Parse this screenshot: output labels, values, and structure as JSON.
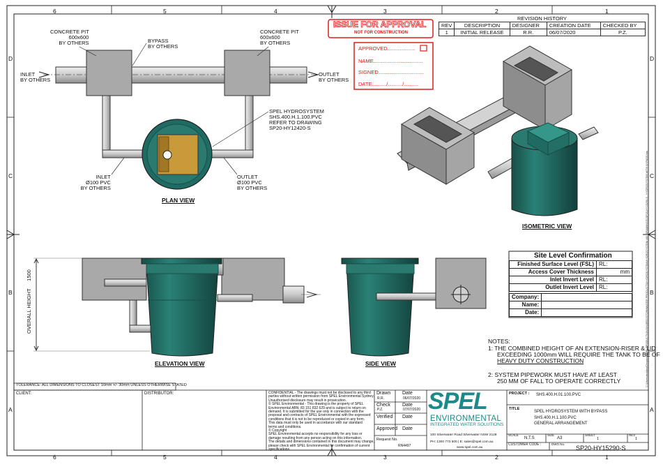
{
  "grid": {
    "columns_top": [
      "6",
      "5",
      "4",
      "3",
      "2",
      "1"
    ],
    "columns_bottom": [
      "6",
      "5",
      "4",
      "3",
      "2",
      "1"
    ],
    "rows_left": [
      "D",
      "C",
      "B",
      "A"
    ],
    "rows_right": [
      "D",
      "C",
      "B",
      "A"
    ]
  },
  "plan_view": {
    "concrete_pit_left": [
      "CONCRETE PIT",
      "600x600",
      "BY OTHERS"
    ],
    "bypass": [
      "BYPASS",
      "BY OTHERS"
    ],
    "concrete_pit_right": [
      "CONCRETE PIT",
      "600x600",
      "BY OTHERS"
    ],
    "inlet": [
      "INLET",
      "BY OTHERS"
    ],
    "outlet": [
      "OUTLET",
      "BY OTHERS"
    ],
    "spel_callout": [
      "SPEL HYDROSYSTEM",
      "SHS.400.H.1.100.PVC",
      "REFER TO DRAWING",
      "SP20-HY12420-S"
    ],
    "inlet_pipe": [
      "INLET",
      "Ø100 PVC",
      "BY OTHERS"
    ],
    "outlet_pipe": [
      "OUTLET",
      "Ø100 PVC",
      "BY OTHERS"
    ],
    "title": "PLAN VIEW"
  },
  "isometric_title": "ISOMETRIC VIEW",
  "elevation": {
    "title": "ELEVATION VIEW",
    "overall_height": "OVERALL HEIGHT",
    "height_value": "1500"
  },
  "side_title": "SIDE VIEW",
  "approval": {
    "stamp_title": "ISSUE FOR APPROVAL",
    "stamp_sub": "NOT FOR CONSTRUCTION",
    "approved": "APPROVED...................",
    "name": "NAME..................................",
    "signed": "SIGNED...............................",
    "date": "DATE........../........../.........."
  },
  "revision_history": {
    "title": "REVISION HISTORY",
    "headers": [
      "REV",
      "DESCRIPTION",
      "DESIGNER",
      "CREATION DATE",
      "CHECKED BY"
    ],
    "rows": [
      [
        "1",
        "INITIAL RELEASE",
        "R.R.",
        "06/07/2020",
        "P.Z."
      ]
    ]
  },
  "site_level": {
    "title": "Site Level Confirmation",
    "rows": [
      {
        "label": "Finished Surface Level (FSL)",
        "value": "RL:",
        "unit": ""
      },
      {
        "label": "Access Cover Thickness",
        "value": "",
        "unit": "mm"
      },
      {
        "label": "Inlet Invert Level",
        "value": "RL:",
        "unit": ""
      },
      {
        "label": "Outlet Invert Level",
        "value": "RL:",
        "unit": ""
      }
    ],
    "sign_rows": [
      "Company:",
      "Name:",
      "Date:"
    ]
  },
  "notes": {
    "title": "NOTES:",
    "note1": [
      "1: THE COMBINED HEIGHT OF AN EXTENSION-RISER & LID",
      "EXCEEDING 1000mm WILL REQUIRE THE TANK TO BE OF"
    ],
    "note1_underlined": "HEAVY DUTY CONSTRUCTION",
    "note2": [
      "2:  SYSTEM PIPEWORK MUST HAVE AT LEAST",
      "250 MM OF FALL TO OPERATE CORRECTLY"
    ]
  },
  "side_path": "C:\\Users\\rholding\\Dropbox\\SPEL PRODUCTION\\SHARED\\STORMWATER PRODUCTS\\HYDROSYSTEM\\HYDROSYSTEM 400 (DRAWINGS)\\SP20-HY15290-S - HYDROSYSTEM WITH BYPASS.idw",
  "tolerance": "TOLERANCE: ALL DIMENSIONS TO CLOSEST 10mm +/- 30mm UNLESS OTHERWISE STATED",
  "title_block": {
    "client_label": "CLIENT:",
    "distributor_label": "DISTRIBUTOR:",
    "confidential": [
      "CONFIDENTIAL - The drawings must not be disclosed to any third",
      "parties without written permission from SPEL Environmental Sydney.",
      "Unauthorised disclosure may result in prosecution.",
      "© SPEL Environmental - This drawing is the property of SPEL",
      "Environmental ABN: 83 151 832 629 and is subject to return on",
      "demand. It is submitted for the use only in connection with the",
      "proposal and contracts of SPEL Environmental with the expressed",
      "conditions that it is not to be reproduced or copied in any form.",
      "This data must only be used in accordance with our standard",
      "terms and conditions.",
      "© Copyright",
      "SPEL Environmental accepts no responsibility for any loss or",
      "damage resulting from any person acting on this information.",
      "The details and dimensions contained in this document may change,",
      "please check with SPEL Environmental for confirmation of current",
      "specifications."
    ],
    "drawn_label": "Drawn",
    "drawn_value": "R.R.",
    "drawn_date_label": "Date",
    "drawn_date": "06/07/2020",
    "check_label": "Check",
    "check_value": "P.Z.",
    "check_date_label": "Date",
    "check_date": "07/07/2020",
    "verified_label": "Verified",
    "verified_date_label": "Date",
    "approved_label": "Approved",
    "approved_date_label": "Date",
    "request_label": "Request No.",
    "request_value": "RN4497",
    "logo_main": "SPEL",
    "logo_env": "ENVIRONMENTAL",
    "logo_tag": "INTEGRATED WATER SOLUTIONS",
    "address": "100 Silverwater Road Silverwater NSW 2128",
    "contact": "PH: 1300 773 500 | E: sales@spel.com.au",
    "web": "www.spel.com.au",
    "project_label": "PROJECT :",
    "project_value": "SHS.400.H.01.100.PVC",
    "title_label": "TITLE",
    "title_lines": [
      "SPEL HYDROSYSTEM WITH BYPASS",
      "SHS.400.H.1.100.PVC",
      "GENERAL ARRANGEMENT"
    ],
    "scale_label": "SCALE",
    "scale_value": "N.T.S",
    "size_label": "SIZE",
    "size_value": "A3",
    "sheet_label": "SHEET",
    "sheet_value": "1",
    "rev_label": "REV",
    "rev_value": "1",
    "customer_code_label": "CUSTOMER CODE :",
    "dwg_label": "DWG No.",
    "dwg_value": "SP20-HY15290-S"
  },
  "colors": {
    "tank_green": "#1f6b63",
    "pit_grey": "#a9a9a9",
    "pipe_grey": "#c8c8c8",
    "filter_tan": "#c99a3a",
    "stamp_red": "#e01b1b",
    "logo_teal": "#1a8a8a"
  }
}
